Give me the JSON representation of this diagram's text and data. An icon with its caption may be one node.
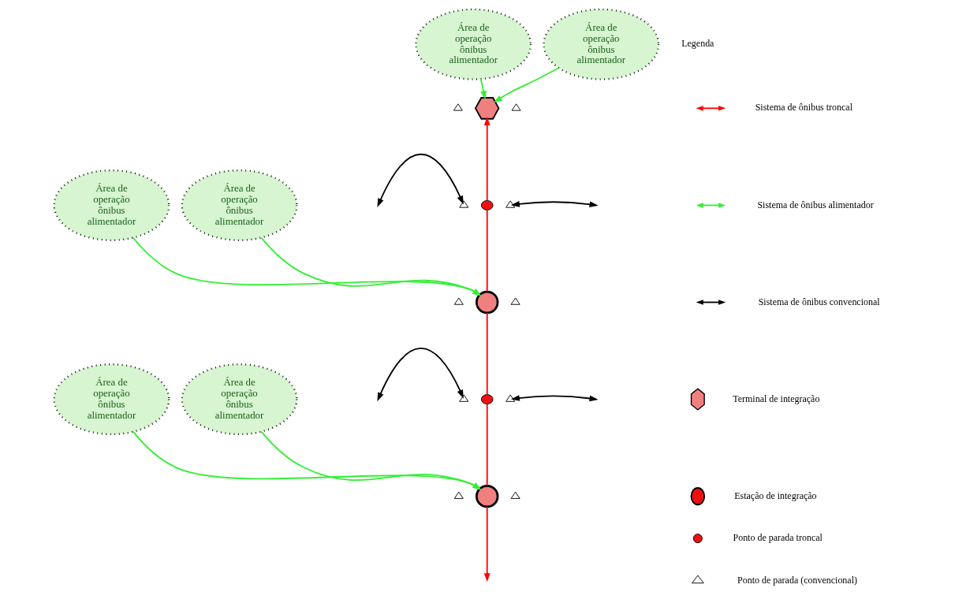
{
  "diagram": {
    "nodes": [
      {
        "text": [
          "Área de operação ônibus alimentador"
        ]
      },
      {
        "text": [],
        "shape": "hexagon"
      },
      {
        "text": [
          "Área de operação ônibus alimentador"
        ]
      },
      {
        "text": [],
        "shape": "triangle"
      },
      {
        "text": [],
        "shape": "triangle"
      },
      {
        "text": [],
        "shape": "triangle"
      },
      {
        "text": [],
        "shape": "circle"
      },
      {
        "text": [],
        "shape": "triangle"
      },
      {
        "text": [
          "Área de operação ônibus alimentador"
        ]
      },
      {
        "text": [],
        "shape": "circle"
      },
      {
        "text": [
          "Área de operação ônibus alimentador"
        ]
      },
      {
        "text": [],
        "shape": "triangle"
      },
      {
        "text": [],
        "shape": "triangle"
      },
      {
        "text": [],
        "shape": "triangle"
      },
      {
        "text": [],
        "shape": "circle"
      },
      {
        "text": [],
        "shape": "triangle"
      },
      {
        "text": [
          "Área de operação ônibus alimentador"
        ]
      },
      {
        "text": [],
        "shape": "circle"
      },
      {
        "text": [
          "Área de operação ônibus alimentador"
        ]
      },
      {
        "text": [],
        "shape": "triangle"
      },
      {
        "text": [],
        "shape": "triangle"
      }
    ],
    "edges": [
      {
        "from": 0,
        "to": 1,
        "arrow": "to"
      },
      {
        "from": 2,
        "to": 1,
        "arrow": "to"
      },
      {
        "from": 6,
        "to": 1,
        "arrow": "to",
        "color": "#ff0000"
      },
      {
        "from": null,
        "to": 5,
        "arrow": "both",
        "color": "#000000"
      },
      {
        "from": null,
        "to": 7,
        "arrow": "both",
        "color": "#000000"
      },
      {
        "from": 8,
        "to": 9,
        "arrow": "to"
      },
      {
        "from": 10,
        "to": 9,
        "arrow": "to"
      },
      {
        "from": 9,
        "to": 6,
        "arrow": "none",
        "color": "#ff0000"
      },
      {
        "from": null,
        "to": 13,
        "arrow": "both",
        "color": "#000000"
      },
      {
        "from": null,
        "to": 15,
        "arrow": "both",
        "color": "#000000"
      },
      {
        "from": 14,
        "to": 9,
        "arrow": "none",
        "color": "#ff0000"
      },
      {
        "from": 16,
        "to": 17,
        "arrow": "to"
      },
      {
        "from": 18,
        "to": 17,
        "arrow": "to"
      },
      {
        "from": 17,
        "to": 14,
        "arrow": "none",
        "color": "#ff0000"
      },
      {
        "from": 17,
        "to": null,
        "arrow": "to",
        "color": "#ff0000"
      }
    ],
    "labels": [
      "Legenda"
    ],
    "legend": [
      {
        "text": "Sistema de ônibus troncal"
      },
      {
        "text": "Sistema de ônibus alimentador"
      },
      {
        "text": "Sistema de ônibus convencional"
      },
      {
        "text": "Terminal de integração"
      },
      {
        "text": "Estação de integração"
      },
      {
        "text": "Ponto de parada troncal"
      },
      {
        "text": "Ponto de parada (convencional)"
      }
    ]
  }
}
